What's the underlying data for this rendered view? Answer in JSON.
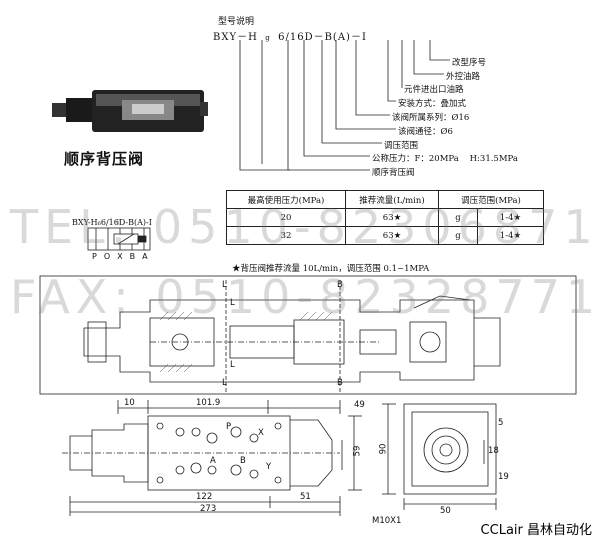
{
  "model_code": {
    "heading": "型号说明",
    "code": "BXY－H",
    "code_end": "6/16D－B(A)－Ⅰ",
    "labels": [
      "改型序号",
      "外控油路",
      "元件进出口油路",
      "安装方式：叠加式",
      "该阀所属系列：Ø16",
      "该阀通径：Ø6",
      "调压范围",
      "公称压力：F：20MPa    H:31.5MPa",
      "顺序背压阀"
    ]
  },
  "product_caption": "顺序背压阀",
  "spec_table": {
    "headers": [
      "最高使用压力(MPa)",
      "推荐流量(L/min)",
      "调压范围(MPa)"
    ],
    "rows": [
      [
        "20",
        "63★",
        "g",
        "1-4★"
      ],
      [
        "32",
        "63★",
        "g",
        "1-4★"
      ]
    ]
  },
  "note": "★背压阀推荐流量 10L/min，调压范围 0.1~1MPA",
  "symbol": {
    "label": "BXY-H₆6/16D-B(A)-Ⅰ",
    "ports": [
      "P",
      "O",
      "X",
      "B",
      "A"
    ]
  },
  "section_labels": [
    "L",
    "B",
    "L",
    "L",
    "B",
    "L"
  ],
  "dims": {
    "d10": "10",
    "d101_9": "101.9",
    "d122": "122",
    "d51": "51",
    "d273": "273",
    "d50": "50",
    "d90": "90",
    "d49": "49",
    "d59": "59",
    "d18": "18",
    "d5": "5",
    "d19": "19",
    "bolt": "M10X1",
    "ports_top": [
      "P",
      "X"
    ],
    "ports_bottom": [
      "A",
      "B",
      "Y"
    ]
  },
  "watermarks": [
    "TEL: 0510-82306871",
    "FAX: 0510-82328771"
  ],
  "brand": "CCLair 昌林自动化"
}
